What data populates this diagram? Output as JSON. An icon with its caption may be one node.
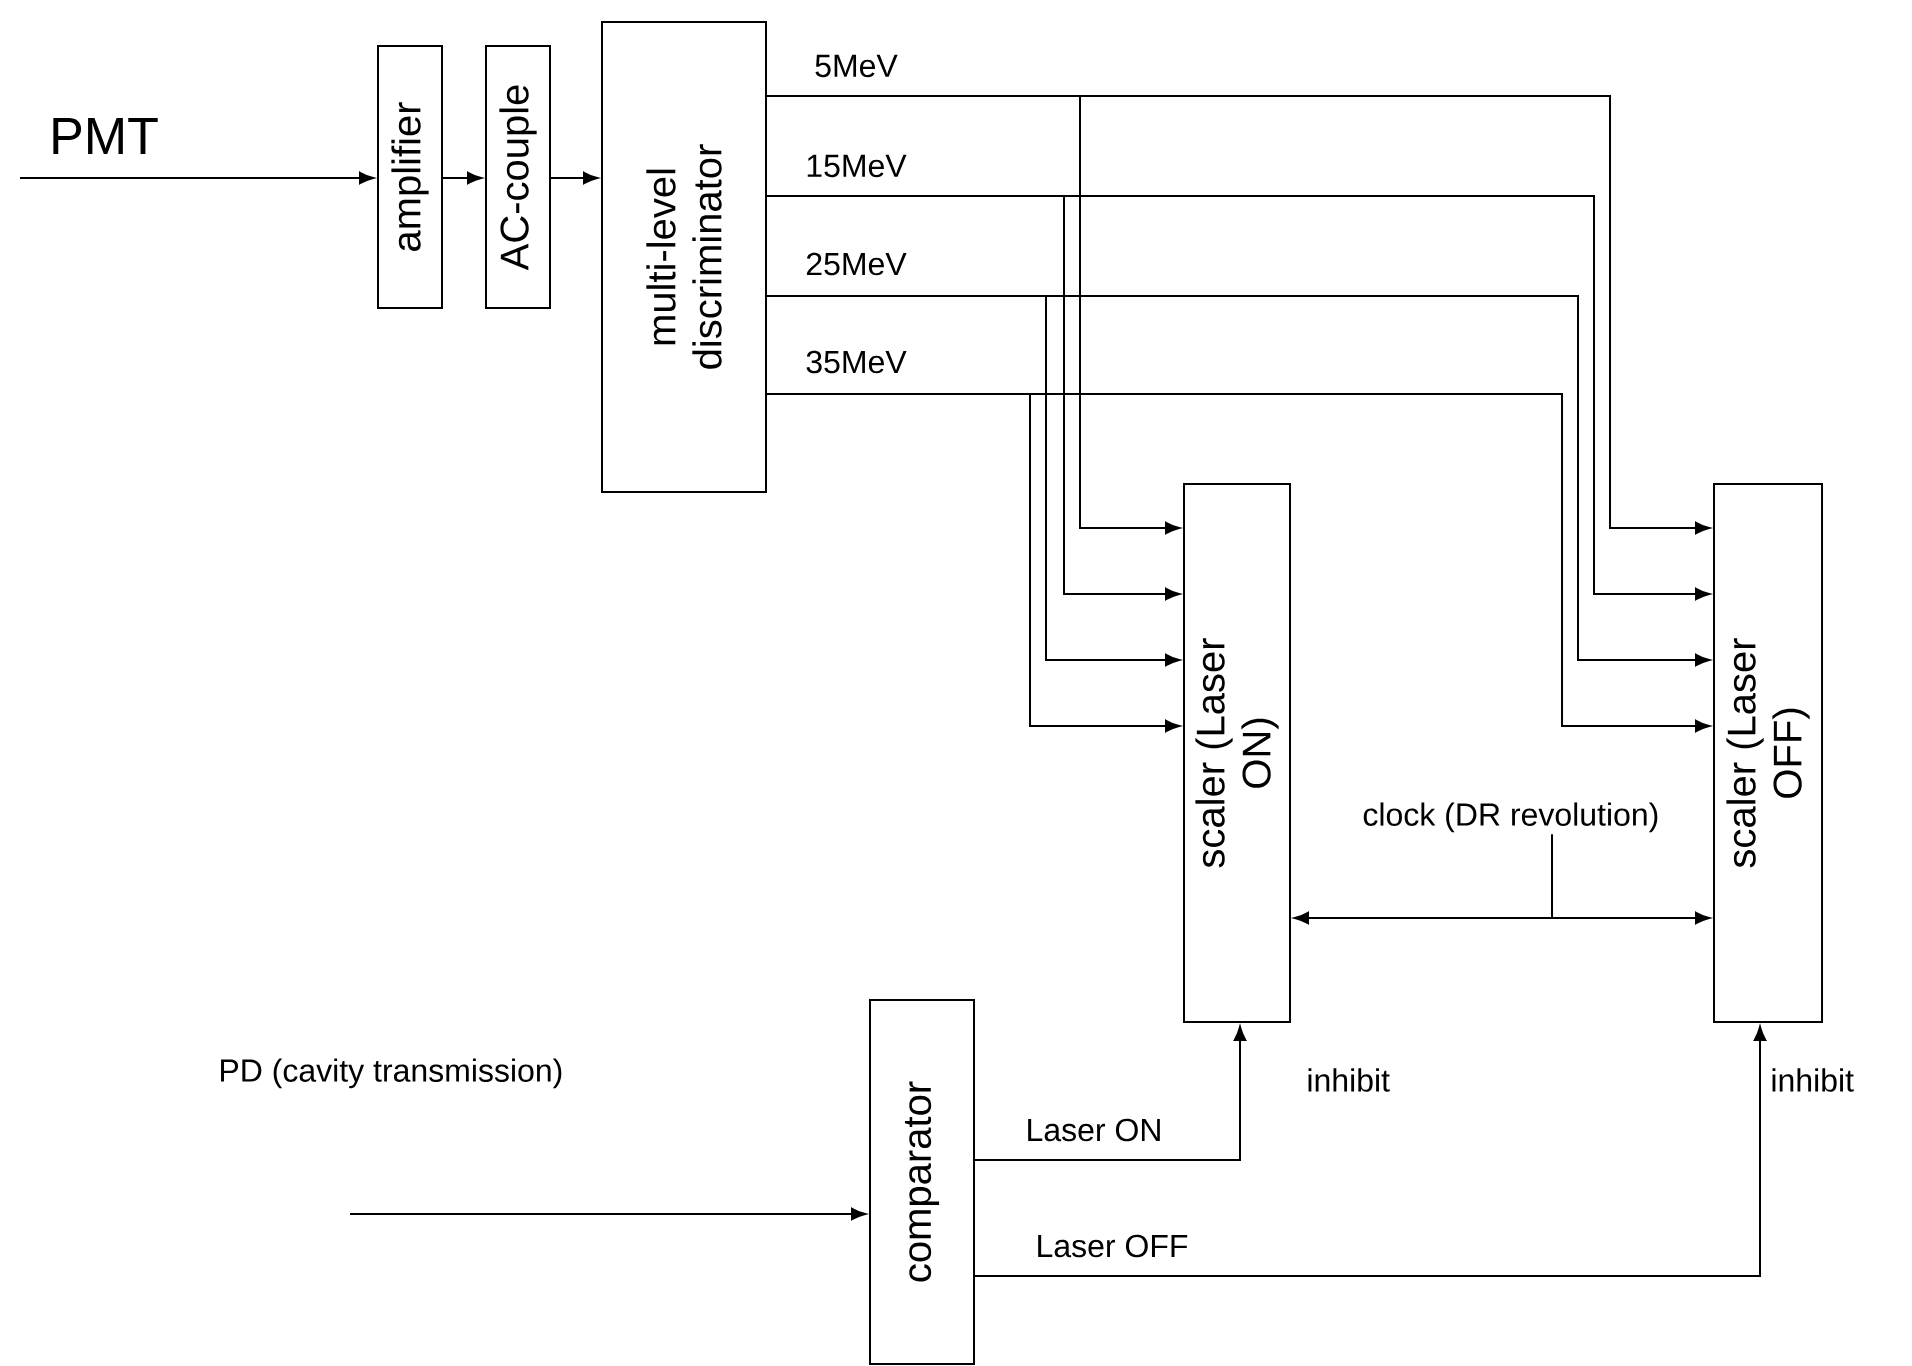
{
  "diagram": {
    "nodes": [
      {
        "text": [
          "amplifier"
        ]
      },
      {
        "text": [
          "AC-couple"
        ]
      },
      {
        "text": [
          "multi-level discriminator"
        ]
      },
      {
        "text": [
          "scaler (Laser ON)"
        ],
        "beside": [
          "inhibit"
        ]
      },
      {
        "text": [
          "scaler (Laser OFF)"
        ],
        "beside": [
          "inhibit"
        ]
      },
      {
        "text": [
          "comparator"
        ]
      },
      {
        "text": [
          "clock (DR revolution)"
        ]
      }
    ],
    "edges": [
      {
        "from": null,
        "to": 0,
        "arrow": "to",
        "label": "PMT"
      },
      {
        "from": 0,
        "to": 1,
        "arrow": "to"
      },
      {
        "from": 1,
        "to": 2,
        "arrow": "to"
      },
      {
        "from": 2,
        "to": 3,
        "arrow": "to",
        "label": "5MeV"
      },
      {
        "from": 2,
        "to": 4,
        "arrow": "to"
      },
      {
        "from": 2,
        "to": 3,
        "arrow": "to",
        "label": "15MeV"
      },
      {
        "from": 2,
        "to": 4,
        "arrow": "to"
      },
      {
        "from": 2,
        "to": 3,
        "arrow": "to",
        "label": "25MeV"
      },
      {
        "from": 2,
        "to": 4,
        "arrow": "to"
      },
      {
        "from": 2,
        "to": 3,
        "arrow": "to",
        "label": "35MeV"
      },
      {
        "from": 2,
        "to": 4,
        "arrow": "to"
      },
      {
        "from": null,
        "to": 5,
        "arrow": "to",
        "label": "PD (cavity transmission)"
      },
      {
        "from": 5,
        "to": 3,
        "arrow": "to",
        "label": "Laser ON"
      },
      {
        "from": 5,
        "to": 4,
        "arrow": "to",
        "label": "Laser OFF"
      },
      {
        "from": 6,
        "to": 3,
        "arrow": "to"
      },
      {
        "from": 6,
        "to": 4,
        "arrow": "to"
      }
    ]
  }
}
